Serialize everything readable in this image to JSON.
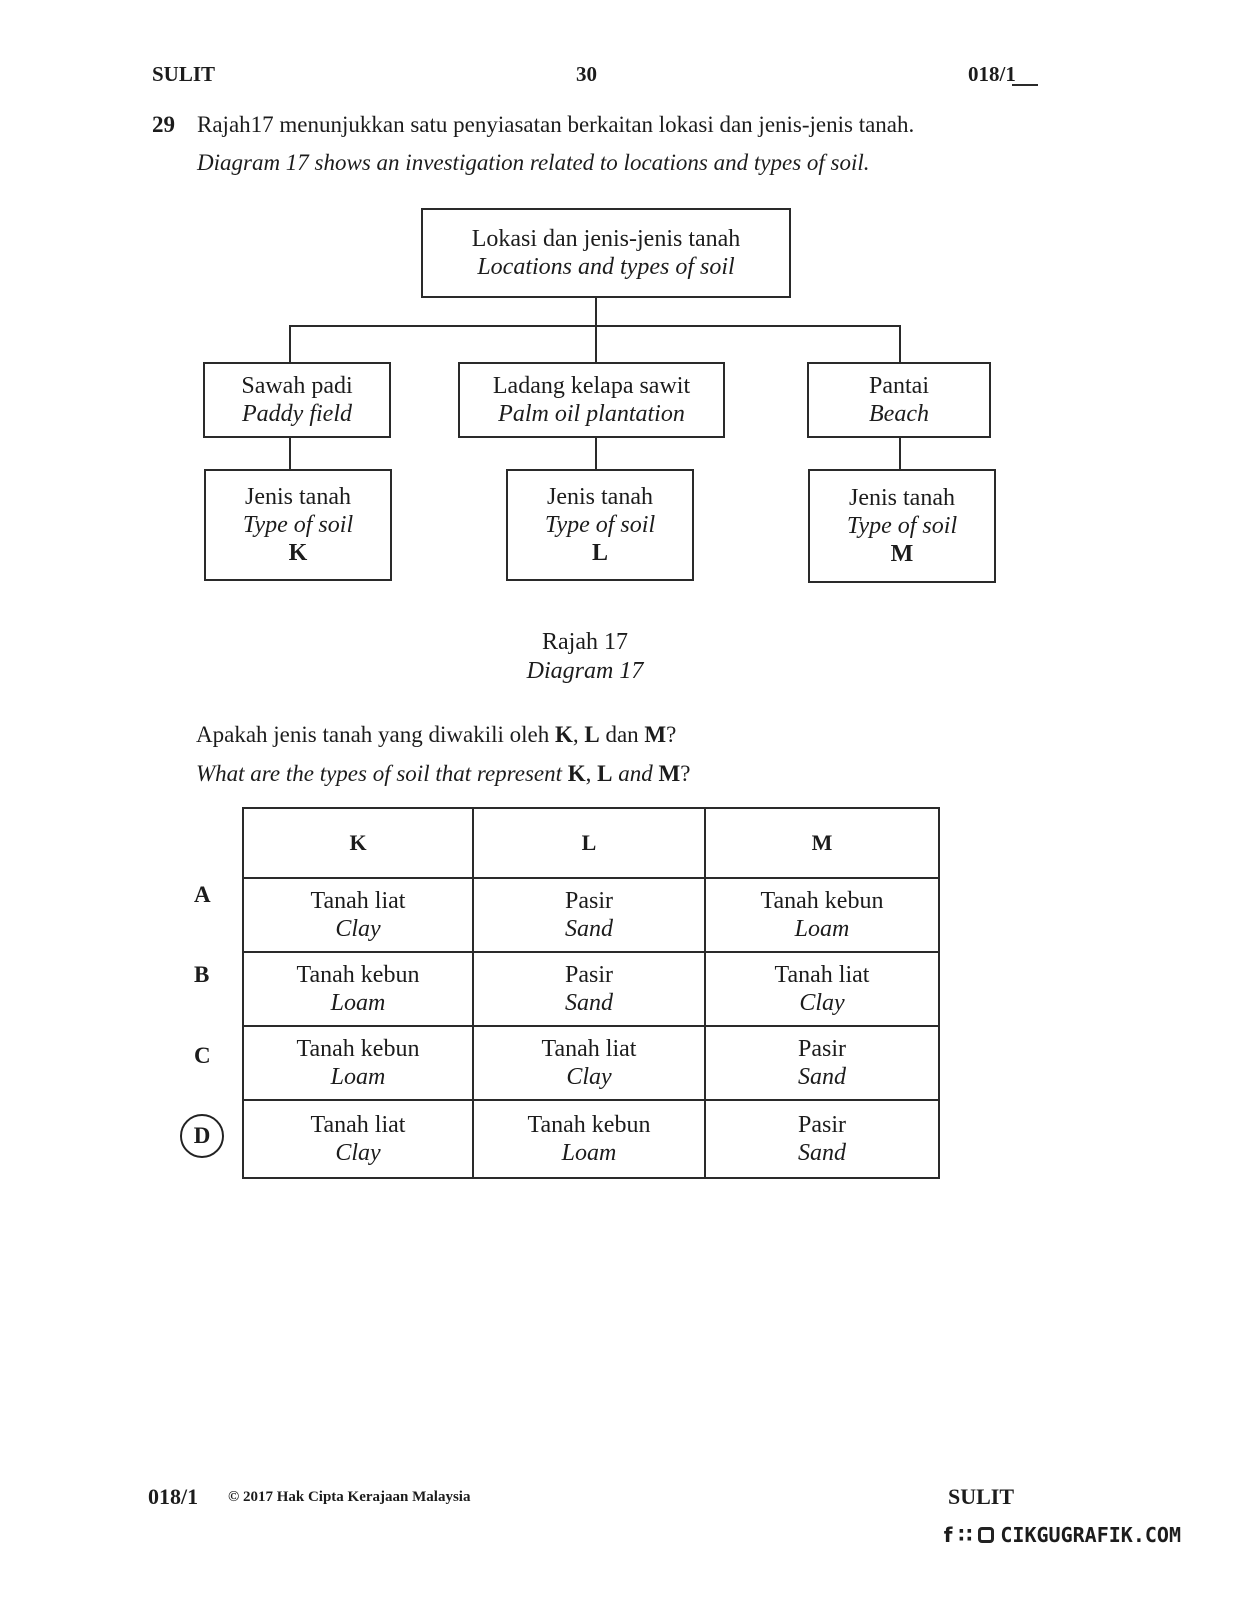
{
  "header": {
    "left": "SULIT",
    "page": "30",
    "code": "018/1"
  },
  "question": {
    "number": "29",
    "text_ms": "Rajah17 menunjukkan satu penyiasatan berkaitan lokasi dan jenis-jenis tanah.",
    "text_en": "Diagram 17 shows an investigation related to locations and types of soil."
  },
  "diagram": {
    "root": {
      "ms": "Lokasi dan jenis-jenis tanah",
      "en": "Locations and types of soil"
    },
    "locations": [
      {
        "ms": "Sawah padi",
        "en": "Paddy field"
      },
      {
        "ms": "Ladang kelapa sawit",
        "en": "Palm oil plantation"
      },
      {
        "ms": "Pantai",
        "en": "Beach"
      }
    ],
    "soils": [
      {
        "ms": "Jenis tanah",
        "en": "Type of soil",
        "label": "K"
      },
      {
        "ms": "Jenis tanah",
        "en": "Type of soil",
        "label": "L"
      },
      {
        "ms": "Jenis tanah",
        "en": "Type of soil",
        "label": "M"
      }
    ],
    "caption_ms": "Rajah 17",
    "caption_en": "Diagram 17"
  },
  "prompt": {
    "ms_pre": "Apakah jenis tanah yang diwakili oleh ",
    "ms_k": "K",
    "ms_sep": ", ",
    "ms_l": "L",
    "ms_and": " dan ",
    "ms_m": "M",
    "ms_end": "?",
    "en_pre": "What are the types of soil that represent ",
    "en_k": "K",
    "en_sep": ", ",
    "en_l": "L",
    "en_and": " and ",
    "en_m": "M",
    "en_end": "?"
  },
  "table": {
    "headers": [
      "K",
      "L",
      "M"
    ],
    "rows": [
      {
        "option": "A",
        "cells": [
          {
            "ms": "Tanah liat",
            "en": "Clay"
          },
          {
            "ms": "Pasir",
            "en": "Sand"
          },
          {
            "ms": "Tanah kebun",
            "en": "Loam"
          }
        ]
      },
      {
        "option": "B",
        "cells": [
          {
            "ms": "Tanah kebun",
            "en": "Loam"
          },
          {
            "ms": "Pasir",
            "en": "Sand"
          },
          {
            "ms": "Tanah liat",
            "en": "Clay"
          }
        ]
      },
      {
        "option": "C",
        "cells": [
          {
            "ms": "Tanah kebun",
            "en": "Loam"
          },
          {
            "ms": "Tanah liat",
            "en": "Clay"
          },
          {
            "ms": "Pasir",
            "en": "Sand"
          }
        ]
      },
      {
        "option": "D",
        "cells": [
          {
            "ms": "Tanah liat",
            "en": "Clay"
          },
          {
            "ms": "Tanah kebun",
            "en": "Loam"
          },
          {
            "ms": "Pasir",
            "en": "Sand"
          }
        ]
      }
    ],
    "circled_option": "D"
  },
  "footer": {
    "code": "018/1",
    "copyright": "© 2017 Hak Cipta Kerajaan Malaysia",
    "right": "SULIT",
    "site": "CIKGUGRAFIK.COM"
  }
}
